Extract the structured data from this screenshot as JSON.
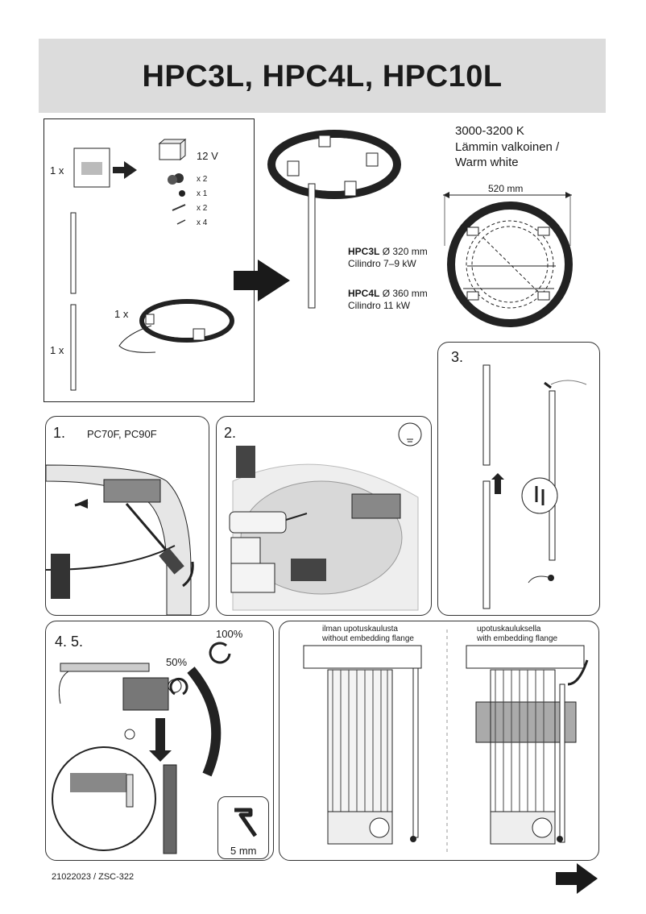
{
  "header": {
    "title": "HPC3L, HPC4L, HPC10L"
  },
  "parts": {
    "qty_1": "1 x",
    "qty_2": "1 x",
    "qty_3": "1 x",
    "voltage": "12 V",
    "q_a": "x 2",
    "q_b": "x 1",
    "q_c": "x 2",
    "q_d": "x 4"
  },
  "spec": {
    "temp": "3000-3200 K",
    "color_fi": "Lämmin valkoinen /",
    "color_en": "Warm white",
    "width": "520 mm",
    "hpc3l_model": "HPC3L",
    "hpc3l_dim": "Ø 320 mm",
    "hpc3l_sub": "Cilindro 7–9 kW",
    "hpc4l_model": "HPC4L",
    "hpc4l_dim": "Ø 360 mm",
    "hpc4l_sub": "Cilindro 11 kW"
  },
  "steps": {
    "s1": "1.",
    "s1_models": "PC70F, PC90F",
    "s2": "2.",
    "s3": "3.",
    "s45": "4. 5.",
    "pct50": "50%",
    "pct100": "100%",
    "tool": "5  mm"
  },
  "flange": {
    "without_fi": "ilman upotuskaulusta",
    "without_en": "without embedding flange",
    "with_fi": "upotuskauluksella",
    "with_en": "with embedding flange"
  },
  "footer": {
    "code": "21022023 / ZSC-322"
  }
}
